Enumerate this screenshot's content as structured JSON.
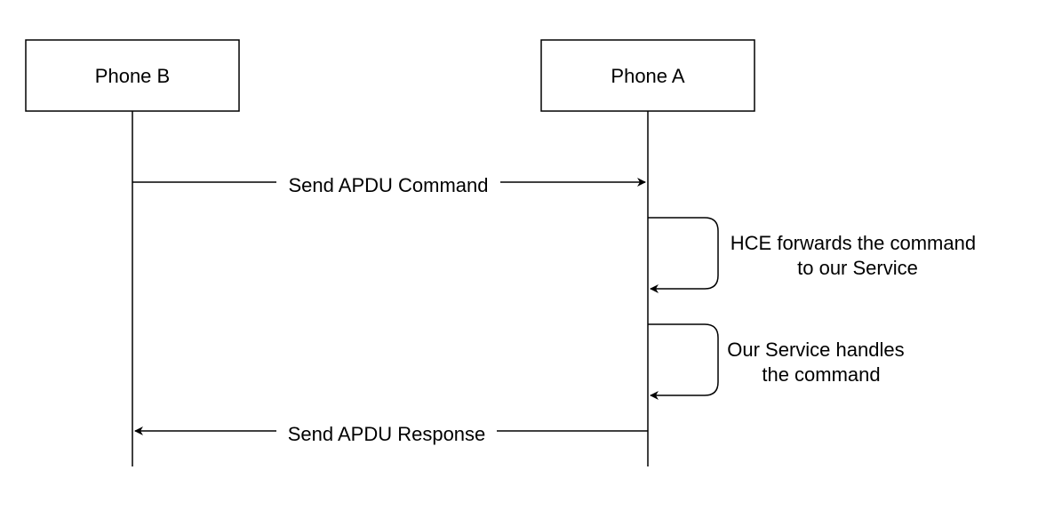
{
  "participants": {
    "left": {
      "label": "Phone B"
    },
    "right": {
      "label": "Phone A"
    }
  },
  "messages": [
    {
      "label": "Send APDU Command",
      "from": "Phone B",
      "to": "Phone A"
    },
    {
      "lines": [
        "HCE forwards the command",
        "to our Service"
      ],
      "from": "Phone A",
      "to": "Phone A"
    },
    {
      "lines": [
        "Our Service handles",
        "the command"
      ],
      "from": "Phone A",
      "to": "Phone A"
    },
    {
      "label": "Send APDU Response",
      "from": "Phone A",
      "to": "Phone B"
    }
  ],
  "colors": {
    "stroke": "#000000",
    "background": "#ffffff"
  }
}
